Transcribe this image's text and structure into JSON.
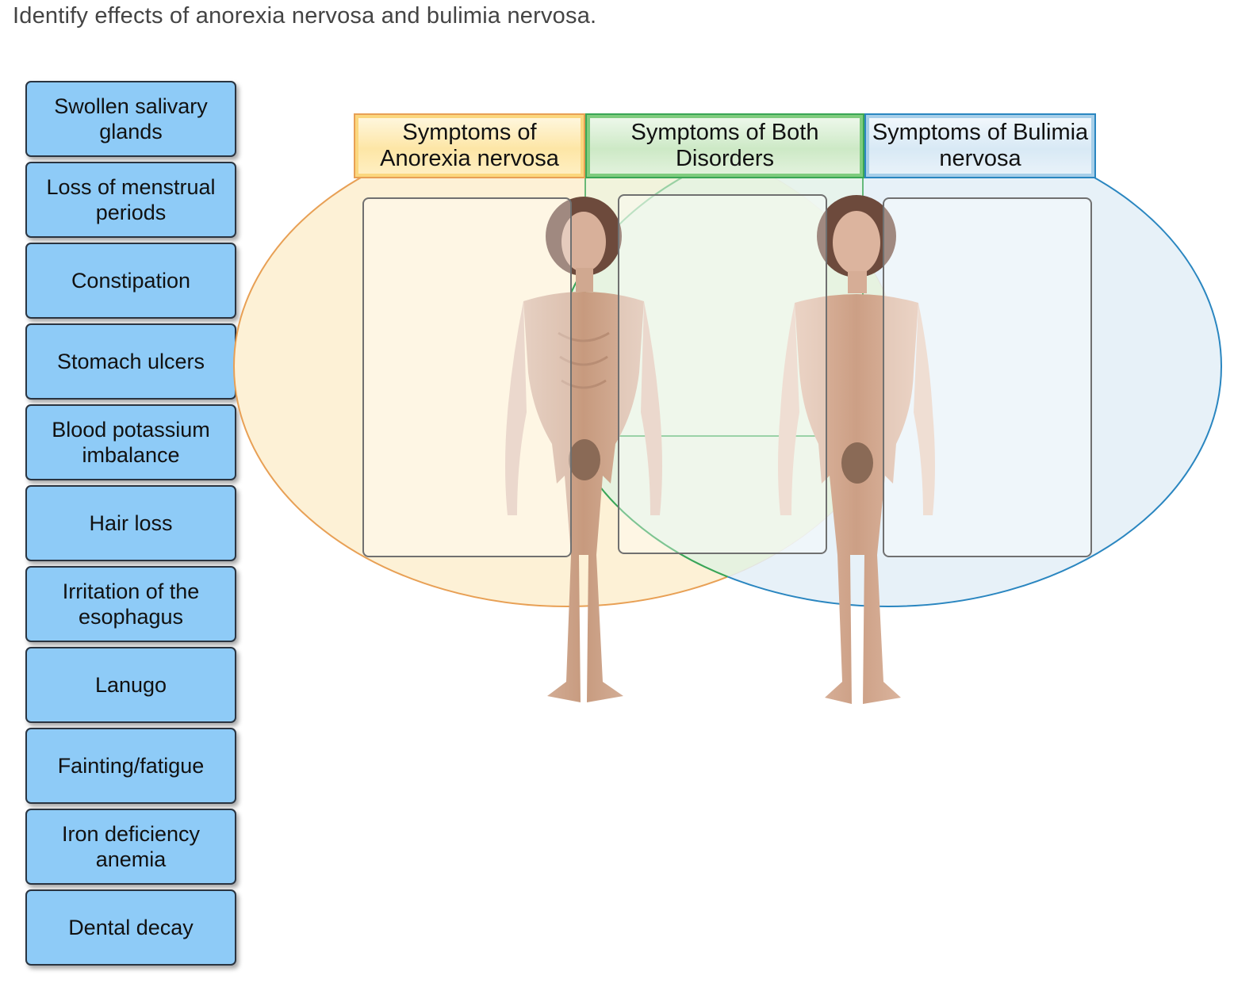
{
  "prompt": "Identify effects of anorexia nervosa and bulimia nervosa.",
  "cards": [
    "Swollen salivary glands",
    "Loss of menstrual periods",
    "Constipation",
    "Stomach ulcers",
    "Blood potassium imbalance",
    "Hair loss",
    "Irritation of the esophagus",
    "Lanugo",
    "Fainting/fatigue",
    "Iron deficiency anemia",
    "Dental decay"
  ],
  "headers": {
    "anorexia": "Symptoms of Anorexia nervosa",
    "both": "Symptoms of Both Disorders",
    "bulimia": "Symptoms of Bulimia nervosa"
  },
  "colors": {
    "card_fill": "#8ecbf7",
    "anorexia": "#e8a055",
    "both": "#3aa655",
    "bulimia": "#2a86c0"
  }
}
